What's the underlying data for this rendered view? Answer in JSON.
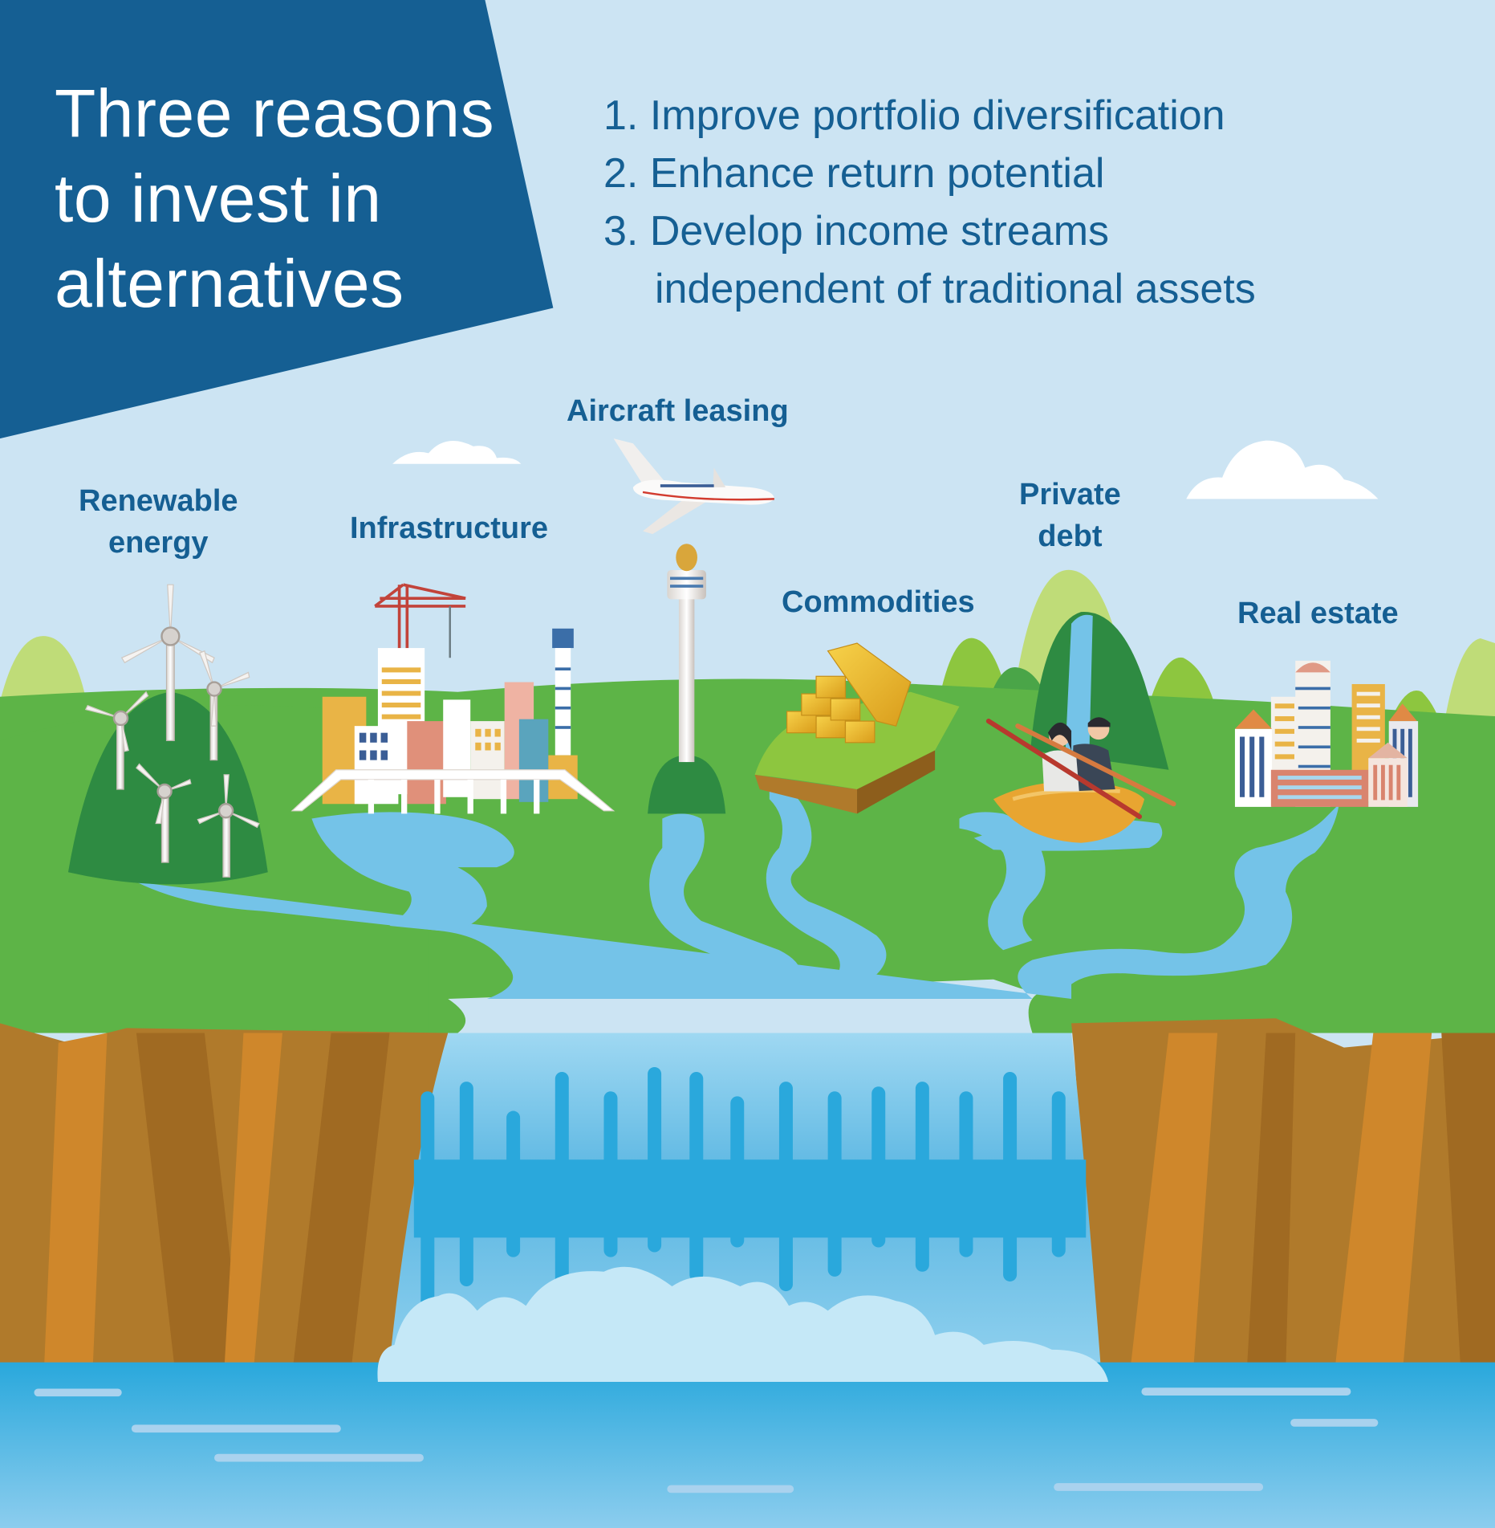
{
  "title": {
    "lines": [
      "Three reasons",
      "to invest in",
      "alternatives"
    ]
  },
  "reasons": {
    "items": [
      {
        "number": "1.",
        "text": "Improve portfolio diversification"
      },
      {
        "number": "2.",
        "text": "Enhance return potential"
      },
      {
        "number": "3.",
        "text": "Develop income streams",
        "continuation": "independent of traditional assets"
      }
    ]
  },
  "categories": {
    "renewable": {
      "line1": "Renewable",
      "line2": "energy",
      "icon": "wind-turbines-icon"
    },
    "infrastructure": {
      "line1": "Infrastructure",
      "icon": "city-crane-bridge-icon"
    },
    "aircraft": {
      "line1": "Aircraft leasing",
      "icon": "airplane-tower-icon"
    },
    "commodities": {
      "line1": "Commodities",
      "icon": "gold-bars-icon"
    },
    "private_debt": {
      "line1": "Private",
      "line2": "debt",
      "icon": "kayak-couple-icon"
    },
    "real_estate": {
      "line1": "Real estate",
      "icon": "buildings-icon"
    }
  },
  "colors": {
    "banner": "#155f93",
    "sky": "#cce4f3",
    "text_blue": "#155f93",
    "grass": "#5db447",
    "river": "#74c3e8",
    "cliff": "#b07a2b",
    "waterfall": "#2aa8dc"
  }
}
